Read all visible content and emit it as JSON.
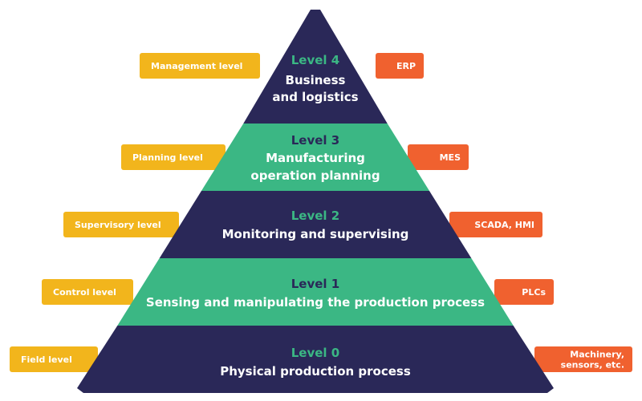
{
  "colors": {
    "dark": "#2a2858",
    "green": "#3bb784",
    "yellow": "#f2b51c",
    "orange": "#f0612f",
    "white": "#ffffff"
  },
  "levels": [
    {
      "number": "Level 4",
      "name_lines": [
        "Business",
        "and logistics"
      ],
      "left_tag": "Management level",
      "right_tag_lines": [
        "ERP"
      ]
    },
    {
      "number": "Level 3",
      "name_lines": [
        "Manufacturing",
        "operation planning"
      ],
      "left_tag": "Planning level",
      "right_tag_lines": [
        "MES"
      ]
    },
    {
      "number": "Level 2",
      "name_lines": [
        "Monitoring and supervising"
      ],
      "left_tag": "Supervisory level",
      "right_tag_lines": [
        "SCADA, HMI"
      ]
    },
    {
      "number": "Level 1",
      "name_lines": [
        "Sensing and manipulating the production process"
      ],
      "left_tag": "Control level",
      "right_tag_lines": [
        "PLCs"
      ]
    },
    {
      "number": "Level 0",
      "name_lines": [
        "Physical production process"
      ],
      "left_tag": "Field level",
      "right_tag_lines": [
        "Machinery,",
        "sensors, etc."
      ]
    }
  ]
}
